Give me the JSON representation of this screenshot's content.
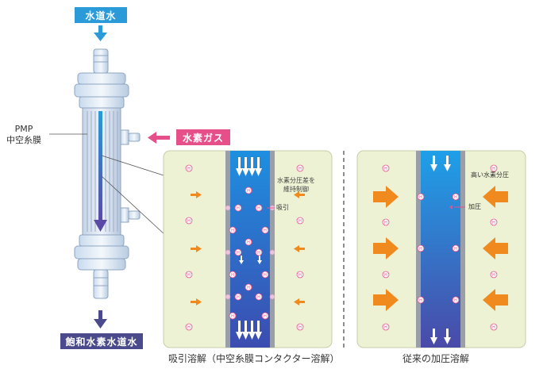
{
  "labels": {
    "water_in": "水道水",
    "hydrogen_gas": "水素ガス",
    "saturated_water": "飽和水素水道水",
    "pmp_line1": "PMP",
    "pmp_line2": "中空糸膜"
  },
  "left_panel": {
    "caption": "吸引溶解（中空糸膜コンタクター溶解）",
    "note_line1": "水素分圧差を",
    "note_line2": "維持制御",
    "suction": "吸引"
  },
  "right_panel": {
    "caption": "従来の加圧溶解",
    "note": "高い水素分圧",
    "pressurize": "加圧"
  },
  "molecule_symbol": "H",
  "colors": {
    "water_blue": "#2a9ad8",
    "hydrogen_pink": "#e64f8a",
    "deep_purple": "#4a4a8c",
    "panel_green": "#eef2d4",
    "arrow_orange": "#f08a1e"
  }
}
